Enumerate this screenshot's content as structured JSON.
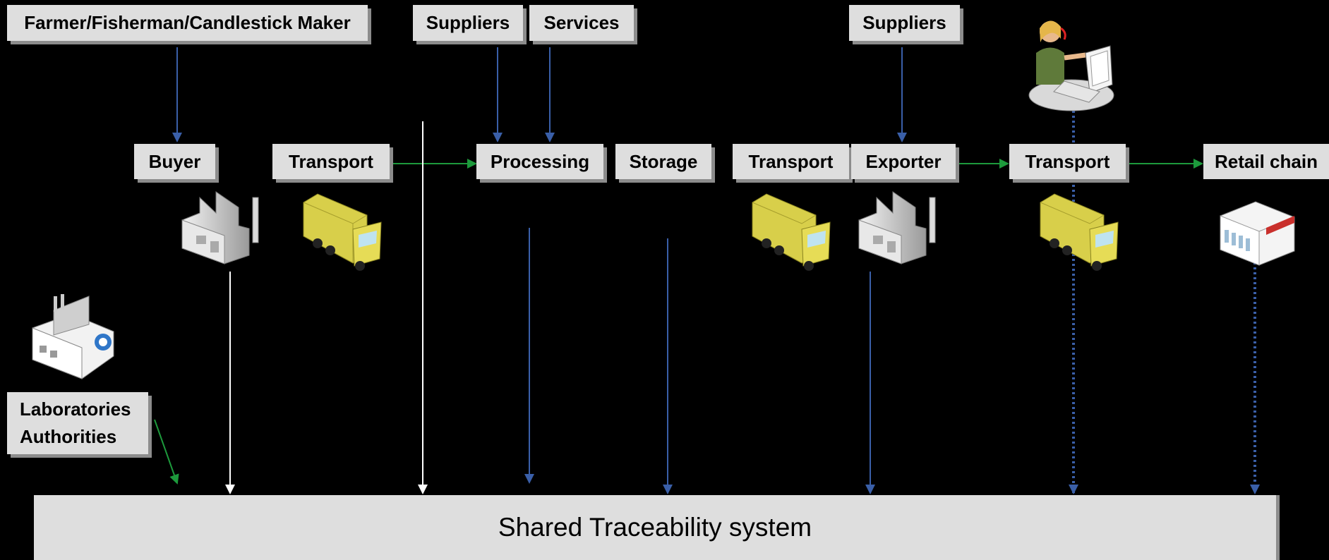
{
  "boxes": {
    "farmer": "Farmer/Fisherman/Candlestick Maker",
    "suppliers_1": "Suppliers",
    "services": "Services",
    "suppliers_2": "Suppliers",
    "buyer": "Buyer",
    "transport_1": "Transport",
    "processing": "Processing",
    "storage": "Storage",
    "transport_2": "Transport",
    "exporter": "Exporter",
    "transport_3": "Transport",
    "retail_chain": "Retail chain",
    "laboratories": "Laboratories",
    "authorities": "Authorities"
  },
  "shared_system": "Shared Traceability system",
  "colors": {
    "background": "#000000",
    "box_fill": "#dedede",
    "box_shadow": "#8c8c8c",
    "blue_arrow": "#3a5fa8",
    "green_arrow": "#1d9a3c",
    "white_arrow": "#ffffff",
    "truck": "#d8cf4a"
  },
  "icons": [
    "factory-icon",
    "truck-icon",
    "laboratory-icon",
    "operator-at-computer-icon",
    "retail-store-icon"
  ]
}
